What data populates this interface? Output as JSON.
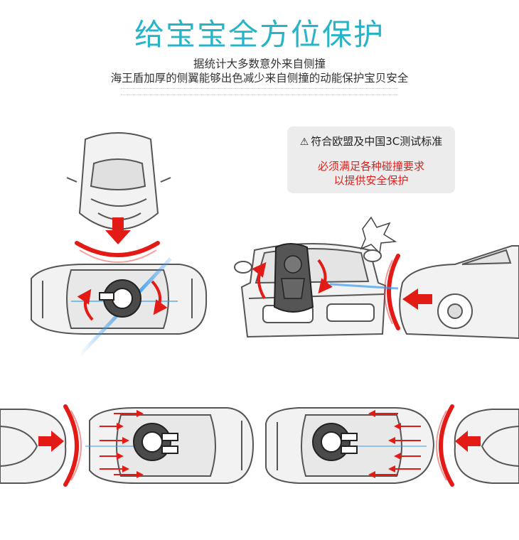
{
  "heading": {
    "title": "给宝宝全方位保护",
    "line1": "据统计大多数意外来自侧撞",
    "line2": "海王盾加厚的侧翼能够出色减少来自侧撞的动能保护宝贝安全"
  },
  "notice": {
    "title": "符合欧盟及中国3C测试标准",
    "line1": "必须满足各种碰撞要求",
    "line2": "以提供安全保护"
  },
  "icons": {
    "warning": "warning-triangle-icon",
    "impact": "impact-burst-icon"
  },
  "colors": {
    "title": "#27b4c6",
    "alert_red": "#e0201c",
    "impact_arc": "#e31b17",
    "energy_blue": "#3a9cf0",
    "car_line": "#555555",
    "car_fill": "#e6e6e6",
    "notice_bg": "#ececec"
  }
}
